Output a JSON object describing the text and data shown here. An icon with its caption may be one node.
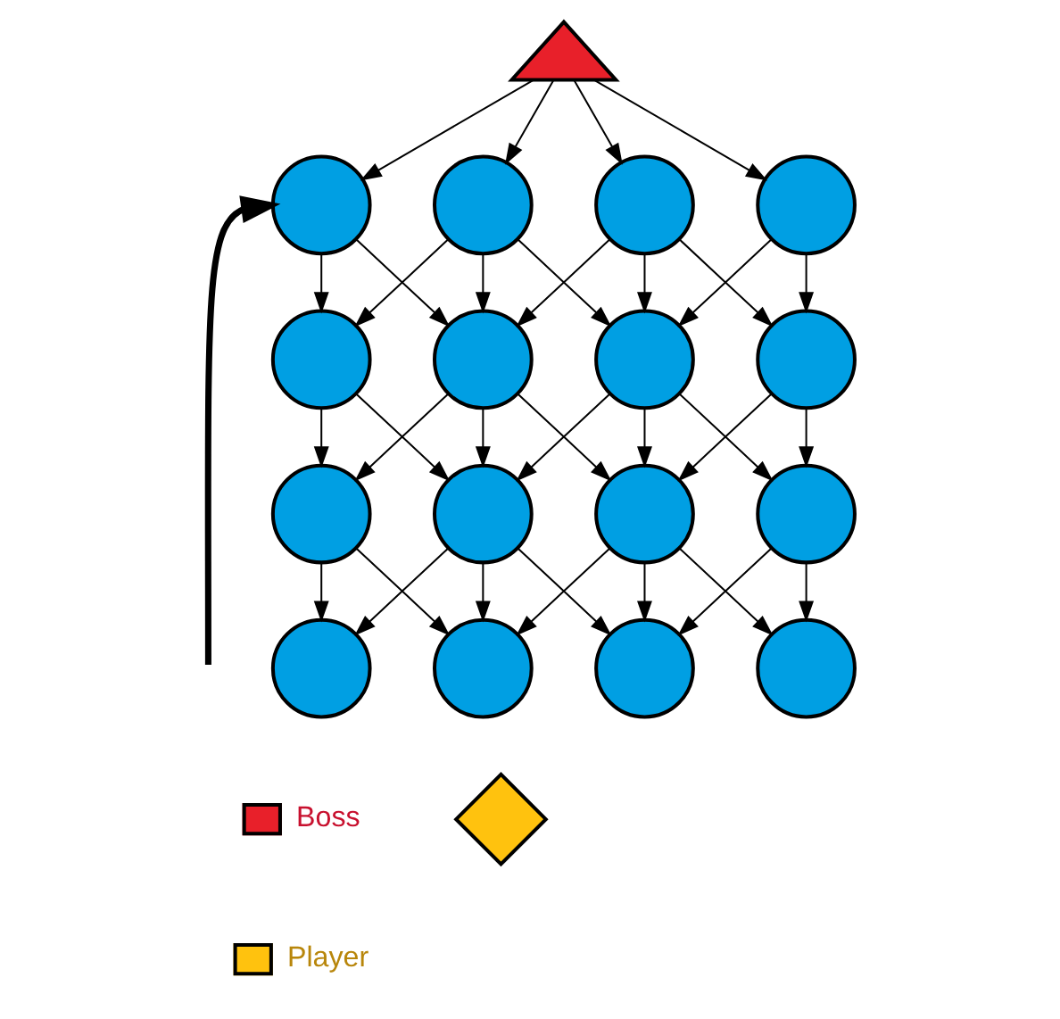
{
  "diagram": {
    "nodes": [
      {
        "text": [],
        "shape": "triangle"
      },
      {
        "text": [],
        "shape": "circle"
      },
      {
        "text": [],
        "shape": "circle"
      },
      {
        "text": [],
        "shape": "circle"
      },
      {
        "text": [],
        "shape": "circle"
      },
      {
        "text": [],
        "shape": "circle"
      },
      {
        "text": [],
        "shape": "circle"
      },
      {
        "text": [],
        "shape": "circle"
      },
      {
        "text": [],
        "shape": "circle"
      },
      {
        "text": [],
        "shape": "circle"
      },
      {
        "text": [],
        "shape": "circle"
      },
      {
        "text": [],
        "shape": "circle"
      },
      {
        "text": [],
        "shape": "circle"
      },
      {
        "text": [],
        "shape": "circle"
      },
      {
        "text": [],
        "shape": "circle"
      },
      {
        "text": [],
        "shape": "circle"
      },
      {
        "text": [],
        "shape": "circle"
      },
      {
        "text": [],
        "shape": "diamond"
      }
    ],
    "edges": [
      {
        "from": 0,
        "to": 1,
        "arrow": "to"
      },
      {
        "from": 0,
        "to": 2,
        "arrow": "to"
      },
      {
        "from": 0,
        "to": 3,
        "arrow": "to"
      },
      {
        "from": 0,
        "to": 4,
        "arrow": "to"
      },
      {
        "from": 1,
        "to": 5,
        "arrow": "to"
      },
      {
        "from": 1,
        "to": 6,
        "arrow": "to"
      },
      {
        "from": 2,
        "to": 5,
        "arrow": "to"
      },
      {
        "from": 2,
        "to": 6,
        "arrow": "to"
      },
      {
        "from": 2,
        "to": 7,
        "arrow": "to"
      },
      {
        "from": 3,
        "to": 6,
        "arrow": "to"
      },
      {
        "from": 3,
        "to": 7,
        "arrow": "to"
      },
      {
        "from": 3,
        "to": 8,
        "arrow": "to"
      },
      {
        "from": 4,
        "to": 7,
        "arrow": "to"
      },
      {
        "from": 4,
        "to": 8,
        "arrow": "to"
      },
      {
        "from": 5,
        "to": 9,
        "arrow": "to"
      },
      {
        "from": 5,
        "to": 10,
        "arrow": "to"
      },
      {
        "from": 6,
        "to": 9,
        "arrow": "to"
      },
      {
        "from": 6,
        "to": 10,
        "arrow": "to"
      },
      {
        "from": 6,
        "to": 11,
        "arrow": "to"
      },
      {
        "from": 7,
        "to": 10,
        "arrow": "to"
      },
      {
        "from": 7,
        "to": 11,
        "arrow": "to"
      },
      {
        "from": 7,
        "to": 12,
        "arrow": "to"
      },
      {
        "from": 8,
        "to": 11,
        "arrow": "to"
      },
      {
        "from": 8,
        "to": 12,
        "arrow": "to"
      },
      {
        "from": 9,
        "to": 13,
        "arrow": "to"
      },
      {
        "from": 9,
        "to": 14,
        "arrow": "to"
      },
      {
        "from": 10,
        "to": 13,
        "arrow": "to"
      },
      {
        "from": 10,
        "to": 14,
        "arrow": "to"
      },
      {
        "from": 10,
        "to": 15,
        "arrow": "to"
      },
      {
        "from": 11,
        "to": 14,
        "arrow": "to"
      },
      {
        "from": 11,
        "to": 15,
        "arrow": "to"
      },
      {
        "from": 11,
        "to": 16,
        "arrow": "to"
      },
      {
        "from": 12,
        "to": 15,
        "arrow": "to"
      },
      {
        "from": 12,
        "to": 16,
        "arrow": "to"
      },
      {
        "from": null,
        "to": 1,
        "arrow": "to",
        "style": "thick"
      }
    ],
    "legend": [
      {
        "text": "Boss"
      },
      {
        "text": "Player"
      }
    ]
  }
}
